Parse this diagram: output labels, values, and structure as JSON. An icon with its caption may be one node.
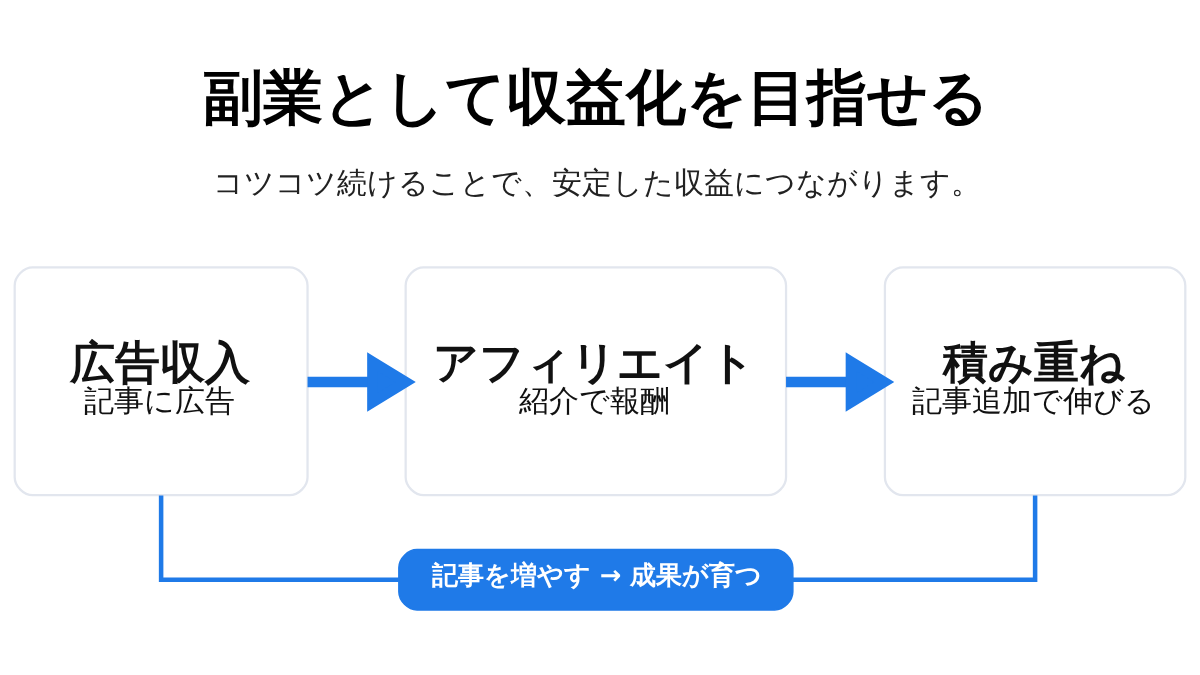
{
  "diagram": {
    "title": "副業として収益化を目指せる",
    "nodes": [
      {
        "text": [
          "広告収入",
          "記事に広告"
        ]
      },
      {
        "text": [
          "アフィリエイト",
          "紹介で報酬"
        ]
      },
      {
        "text": [
          "積み重ね",
          "記事追加で伸びる"
        ]
      },
      {
        "text": [
          "記事を増やす → 成果が育つ"
        ]
      }
    ],
    "edges": [
      {
        "from": 0,
        "to": 1,
        "arrow": "to",
        "style": "thick"
      },
      {
        "from": 1,
        "to": 2,
        "arrow": "to",
        "style": "thick"
      },
      {
        "from": 0,
        "to": 3,
        "arrow": "none"
      },
      {
        "from": 3,
        "to": 2,
        "arrow": "none"
      }
    ],
    "labels": [
      "コツコツ続けることで、安定した収益につながります。"
    ]
  }
}
